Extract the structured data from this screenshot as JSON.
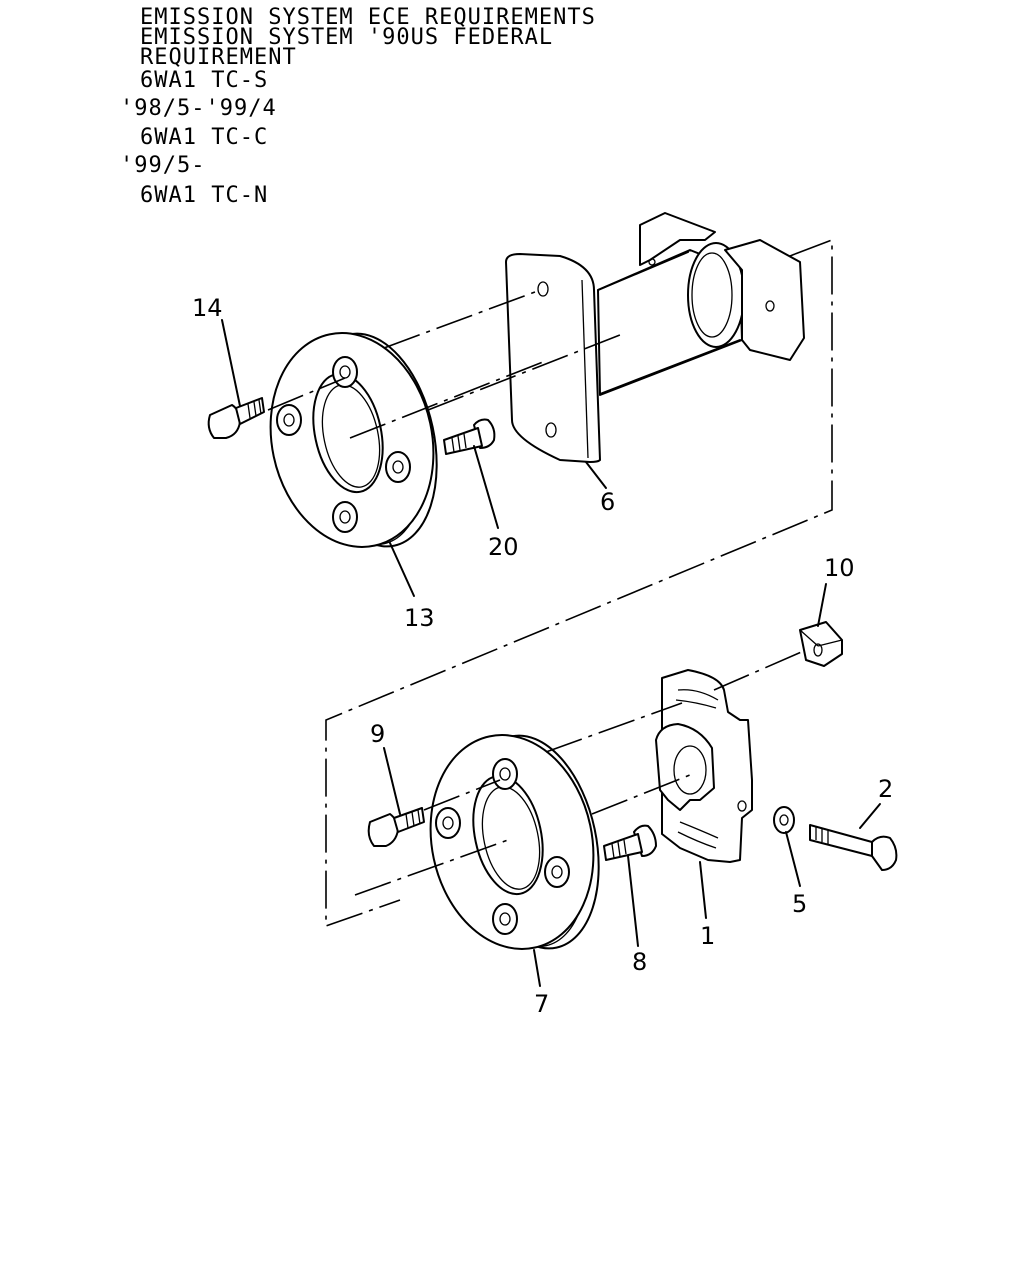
{
  "header": {
    "lines": [
      "EMISSION SYSTEM ECE REQUIREMENTS",
      "EMISSION SYSTEM '90US FEDERAL",
      "REQUIREMENT",
      "6WA1 TC-S",
      "'98/5-'99/4",
      "6WA1 TC-C",
      "'99/5-",
      "6WA1 TC-N"
    ]
  },
  "callouts": {
    "c14": "14",
    "c6": "6",
    "c20": "20",
    "c13": "13",
    "c10": "10",
    "c9": "9",
    "c2": "2",
    "c5": "5",
    "c1": "1",
    "c8": "8",
    "c7": "7"
  }
}
